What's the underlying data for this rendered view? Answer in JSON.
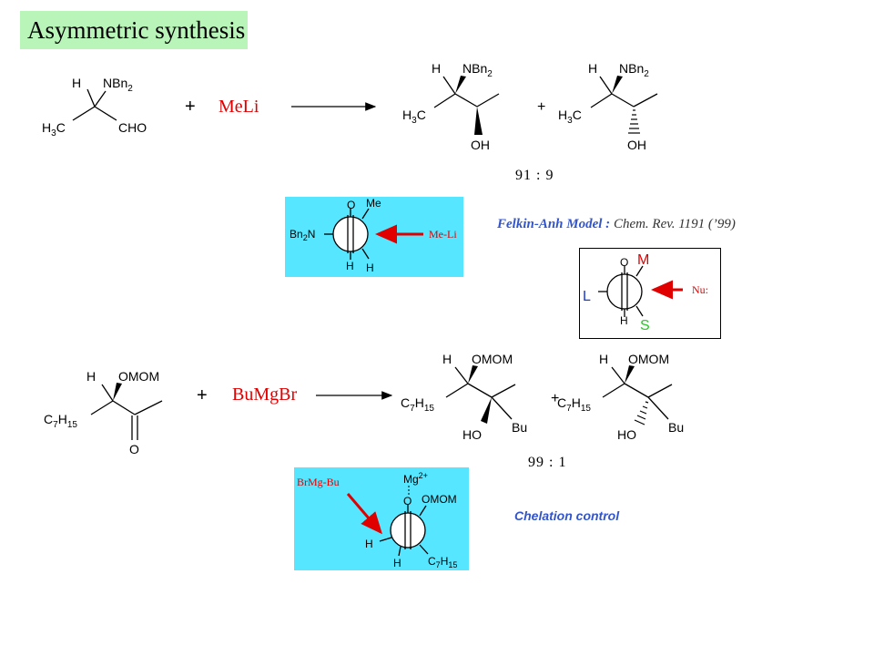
{
  "title": "Asymmetric synthesis",
  "reaction1": {
    "substrate": {
      "h": "H",
      "nbn2": "NBn",
      "nbn2_sub": "2",
      "h3c": "H",
      "h3c_sub": "3",
      "h3c_c": "C",
      "cho": "CHO"
    },
    "plus": "+",
    "reagent": "MeLi",
    "product_a": {
      "h": "H",
      "nbn2": "NBn",
      "nbn2_sub": "2",
      "h3c": "H",
      "h3c_sub": "3",
      "h3c_c": "C",
      "oh": "OH"
    },
    "plus2": "+",
    "product_b": {
      "h": "H",
      "nbn2": "NBn",
      "nbn2_sub": "2",
      "h3c": "H",
      "h3c_sub": "3",
      "h3c_c": "C",
      "oh": "OH"
    },
    "ratio": "91 : 9"
  },
  "newman1": {
    "o": "O",
    "me": "Me",
    "bn2n": "Bn",
    "bn2n_sub": "2",
    "bn2n_n": "N",
    "h1": "H",
    "h2": "H",
    "reagent": "Me-Li"
  },
  "felkin_model": {
    "label": "Felkin-Anh Model : ",
    "ref": "Chem. Rev. 1191 (’99)"
  },
  "newman_generic": {
    "o": "O",
    "m": "M",
    "l": "L",
    "h": "H",
    "s": "S",
    "nu": "Nu:"
  },
  "reaction2": {
    "substrate": {
      "h": "H",
      "omom": "OMOM",
      "c7h15": "C",
      "c7h15_a": "7",
      "c7h15_h": "H",
      "c7h15_b": "15",
      "o": "O"
    },
    "plus": "+",
    "reagent": "BuMgBr",
    "product_a": {
      "h": "H",
      "omom": "OMOM",
      "c": "C",
      "c_a": "7",
      "c_h": "H",
      "c_b": "15",
      "ho": "HO",
      "bu": "Bu"
    },
    "plus2": "+",
    "product_b": {
      "h": "H",
      "omom": "OMOM",
      "c": "C",
      "c_a": "7",
      "c_h": "H",
      "c_b": "15",
      "ho": "HO",
      "bu": "Bu"
    },
    "ratio": "99 : 1"
  },
  "newman2": {
    "reagent": "BrMg-Bu",
    "mg": "Mg",
    "mg_sup": "2+",
    "o": "O",
    "omom": "OMOM",
    "h1": "H",
    "h2": "H",
    "c": "C",
    "c_a": "7",
    "c_h": "H",
    "c_b": "15"
  },
  "chelation_label": "Chelation control",
  "colors": {
    "title_bg": "#b9f5b9",
    "panel_bg": "#56e6ff",
    "arrow_red": "#e00000",
    "label_blue": "#3355cc",
    "m_red": "#e00000",
    "l_blue": "#1a3bd1",
    "s_green": "#22cc22"
  }
}
